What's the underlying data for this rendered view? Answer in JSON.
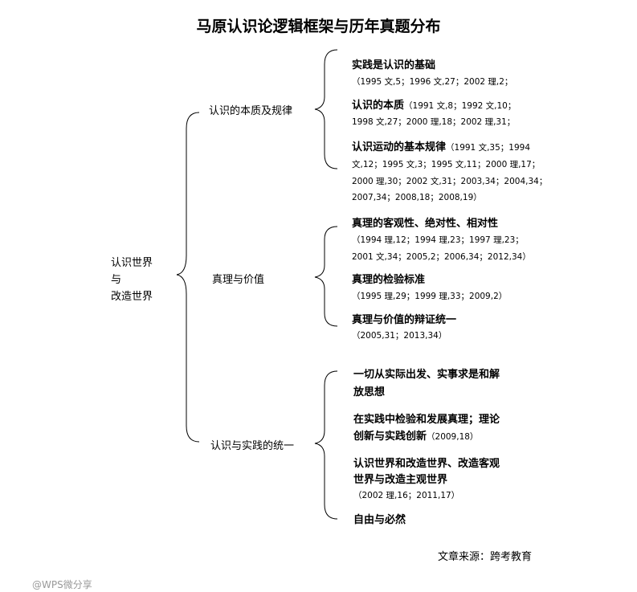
{
  "title": "马原认识论逻辑框架与历年真题分布",
  "root": [
    "认识世界",
    "与",
    "改造世界"
  ],
  "branches": [
    {
      "label": "认识的本质及规律",
      "items": [
        {
          "heading": "实践是认识的基础",
          "lines": [
            "（1995 文,5；1996 文,27；2002 理,2；"
          ]
        },
        {
          "heading": "认识的本质",
          "inline": "（1991 文,8；1992 文,10；",
          "lines": [
            "1998 文,27；2000 理,18；2002 理,31；"
          ]
        },
        {
          "heading": "认识运动的基本规律",
          "inline": "（1991 文,35；1994",
          "lines": [
            "文,12；1995 文,3；1995 文,11；2000 理,17；",
            "2000 理,30；2002 文,31；2003,34；2004,34；",
            "2007,34；2008,18；2008,19）"
          ]
        }
      ]
    },
    {
      "label": "真理与价值",
      "items": [
        {
          "heading": "真理的客观性、绝对性、相对性",
          "lines": [
            "（1994 理,12；1994 理,23；1997 理,23；",
            "2001 文,34；2005,2；2006,34；2012,34）"
          ]
        },
        {
          "heading": "真理的检验标准",
          "lines": [
            "（1995 理,29；1999 理,33；2009,2）"
          ]
        },
        {
          "heading": "真理与价值的辩证统一",
          "lines": [
            "（2005,31；2013,34）"
          ]
        }
      ]
    },
    {
      "label": "认识与实践的统一",
      "items": [
        {
          "heading": "一切从实际出发、实事求是和解",
          "heading2": "放思想"
        },
        {
          "heading": "在实践中检验和发展真理；理论",
          "heading2": "创新与实践创新",
          "inline2": "（2009,18）"
        },
        {
          "heading": "认识世界和改造世界、改造客观",
          "heading2": "世界与改造主观世界",
          "lines": [
            "（2002 理,16；2011,17）"
          ]
        },
        {
          "heading": "自由与必然"
        }
      ]
    }
  ],
  "source": "文章来源：跨考教育",
  "watermark": "@WPS微分享"
}
